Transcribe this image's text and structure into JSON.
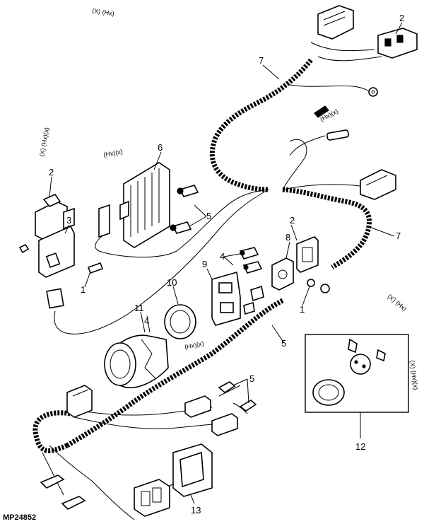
{
  "figure": {
    "id": "MP24852",
    "callouts": [
      "1",
      "2",
      "3",
      "4",
      "5",
      "6",
      "7",
      "8",
      "9",
      "10",
      "11",
      "12",
      "13"
    ],
    "notes": {
      "top_left": "(X) (Hx)",
      "left_vertical": "(X) (Hx)(x)",
      "upper_mid": "(Hx)(x)",
      "mid_right": "(Hx)(x)",
      "center": "(Hx)(x)",
      "detail_right": "(X) (Hx)",
      "detail_vertical": "(X) (Hx)(x)"
    }
  }
}
